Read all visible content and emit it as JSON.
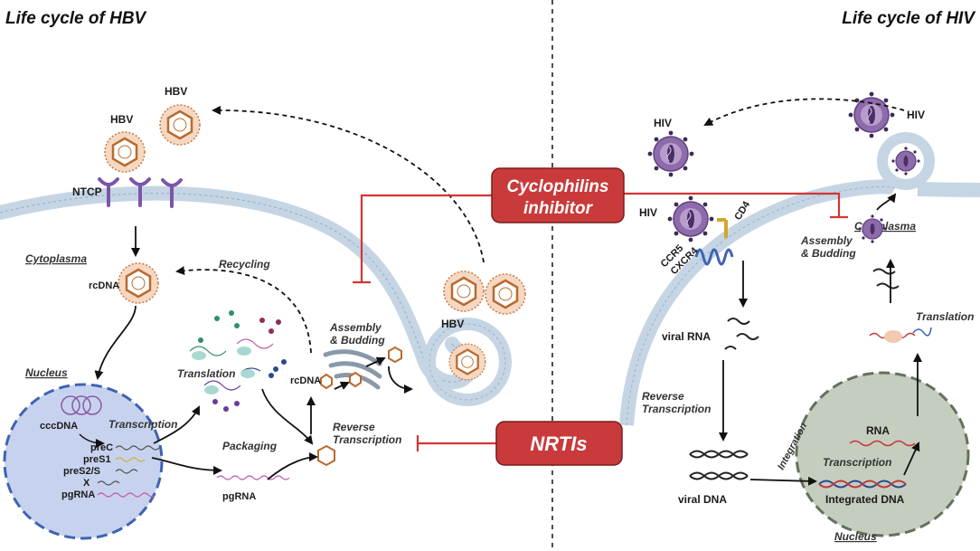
{
  "titles": {
    "hbv": "Life cycle of HBV",
    "hiv": "Life cycle of HIV"
  },
  "drugs": {
    "cyclophilins_line1": "Cyclophilins",
    "cyclophilins_line2": "inhibitor",
    "nrtis": "NRTIs"
  },
  "hbv": {
    "virion_labels": [
      "HBV",
      "HBV",
      "HBV"
    ],
    "receptor": "NTCP",
    "compartments": {
      "cytoplasma": "Cytoplasma",
      "nucleus": "Nucleus"
    },
    "rcdna_top": "rcDNA",
    "rcdna_mid": "rcDNA",
    "recycling": "Recycling",
    "cccdna": "cccDNA",
    "transcription": "Transcription",
    "transcripts": [
      "preC",
      "preS1",
      "preS2/S",
      "X",
      "pgRNA"
    ],
    "translation": "Translation",
    "packaging": "Packaging",
    "pgrna": "pgRNA",
    "reverse_transcription_1": "Reverse",
    "reverse_transcription_2": "Transcription",
    "assembly_1": "Assembly",
    "assembly_2": "& Budding"
  },
  "hiv": {
    "virion_labels": [
      "HIV",
      "HIV",
      "HIV"
    ],
    "cd4": "CD4",
    "ccr5": "CCR5",
    "cxcr4": "CXCR4",
    "cytoplasma": "Cytoplasma",
    "assembly_1": "Assembly",
    "assembly_2": "& Budding",
    "translation": "Translation",
    "viral_rna": "viral RNA",
    "reverse_transcription_1": "Reverse",
    "reverse_transcription_2": "Transcription",
    "integration": "Integration",
    "rna": "RNA",
    "transcription": "Transcription",
    "integrated_dna": "Integrated DNA",
    "viral_dna": "viral DNA",
    "nucleus": "Nucleus"
  },
  "colors": {
    "inhibitor_red": "#d43535",
    "drug_box": "#c93a3a",
    "membrane": "#c5d5e4",
    "hbv_capsid": "#c8783a",
    "hiv_virion": "#8e6bab",
    "hbv_nucleus": "#c7d3ee",
    "hiv_nucleus": "#c5cdbf"
  }
}
